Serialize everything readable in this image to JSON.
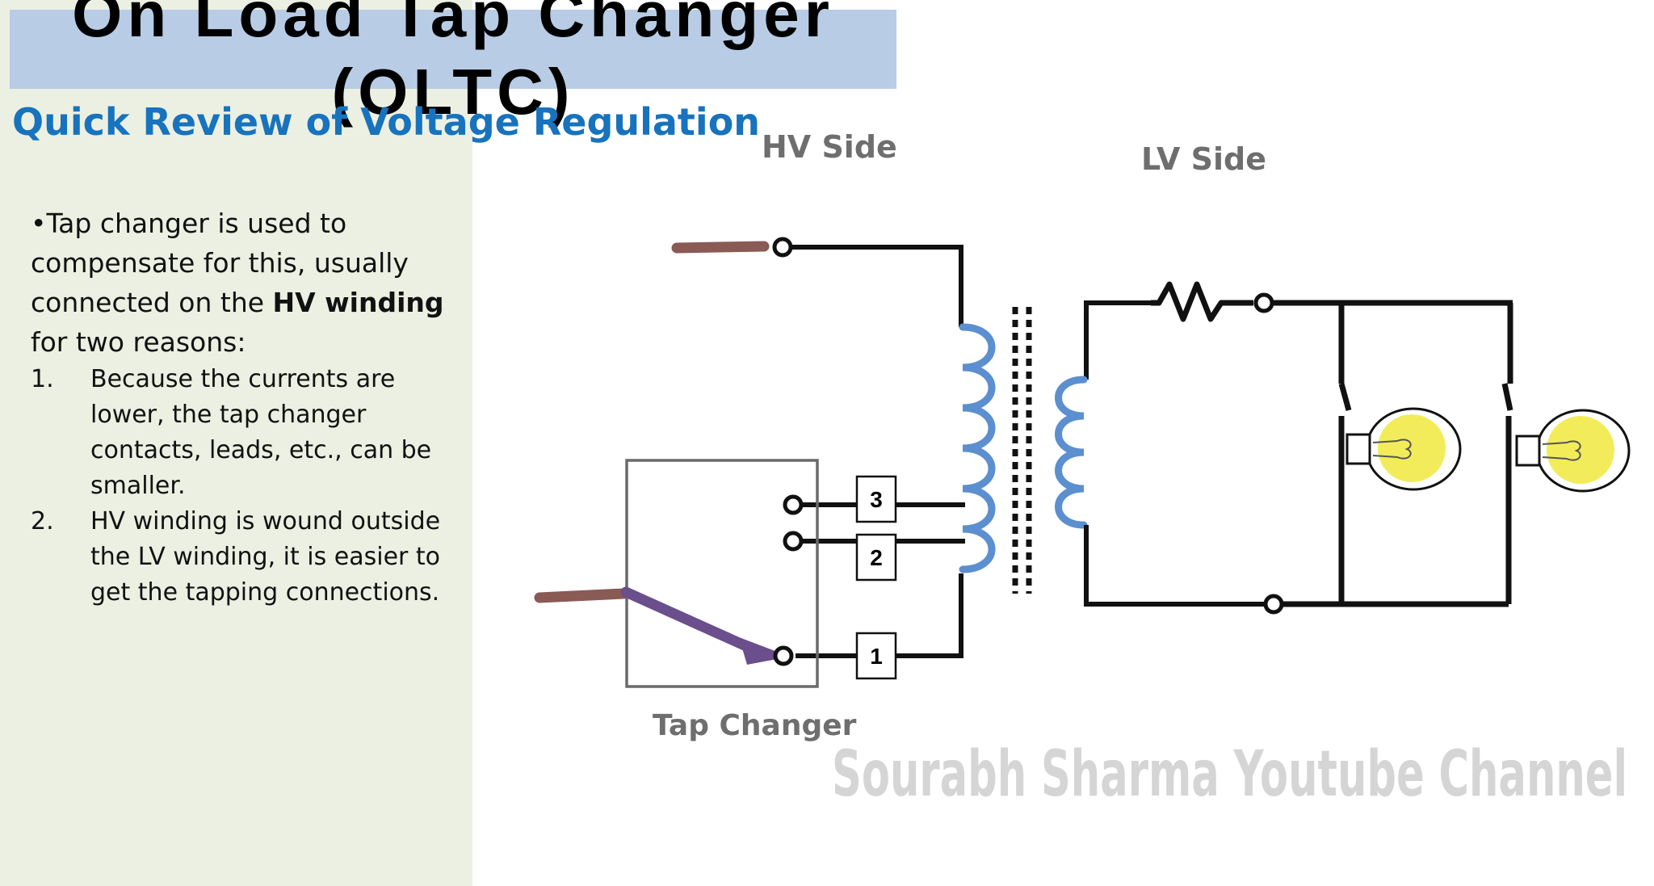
{
  "slide": {
    "title": "On Load Tap Changer (OLTC)",
    "subtitle": "Quick Review of Voltage Regulation"
  },
  "body": {
    "intro_prefix": "•Tap changer is used to compensate for this, usually connected on the ",
    "intro_bold_1": "HV winding",
    "intro_suffix": " for two reasons:",
    "reasons": [
      {
        "number": "1.",
        "text": "Because the currents are lower, the tap changer contacts, leads, etc., can be smaller."
      },
      {
        "number": "2.",
        "text": "HV winding is wound outside the LV winding, it is easier to get the tapping connections."
      }
    ]
  },
  "diagram": {
    "hv_label": "HV Side",
    "lv_label": "LV Side",
    "tap_changer_label": "Tap Changer",
    "taps": [
      "3",
      "2",
      "1"
    ],
    "watermark": "Sourabh Sharma Youtube Channel",
    "colors": {
      "coil": "#5b8fd0",
      "lead": "#8a5a55",
      "arrow": "#6b4e8c",
      "bulb_glow": "#f3ec5a",
      "wire": "#111111",
      "box": "#6a6a6a"
    }
  }
}
